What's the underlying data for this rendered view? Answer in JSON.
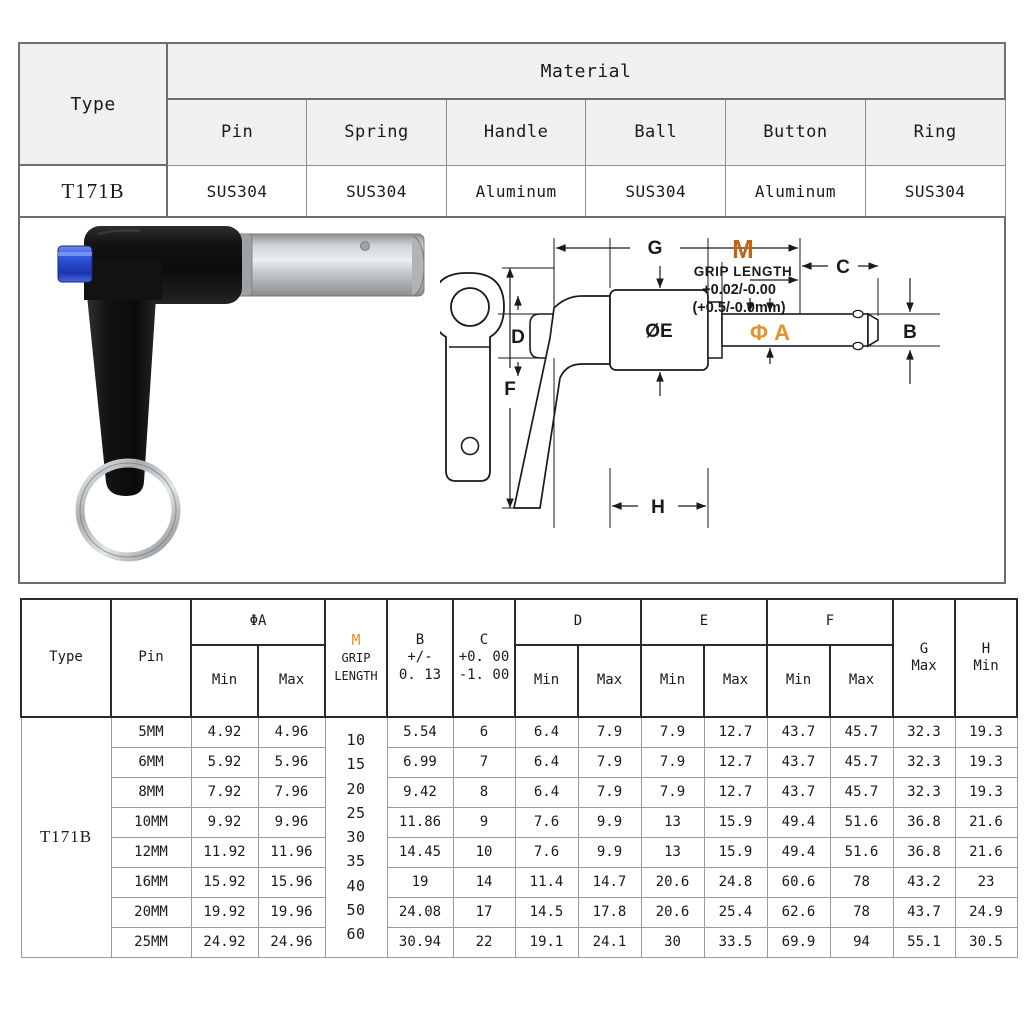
{
  "material_table": {
    "type_header": "Type",
    "material_header": "Material",
    "component_headers": [
      "Pin",
      "Spring",
      "Handle",
      "Ball",
      "Button",
      "Ring"
    ],
    "rows": [
      {
        "type": "T171B",
        "materials": [
          "SUS304",
          "SUS304",
          "Aluminum",
          "SUS304",
          "Aluminum",
          "SUS304"
        ]
      }
    ]
  },
  "diagram": {
    "labels": {
      "g": "G",
      "d": "D",
      "f": "F",
      "h": "H",
      "oe": "ØE",
      "c": "C",
      "b": "B",
      "m": "M",
      "grip_length": "GRIP LENGTH",
      "tolerance_inch": "+0.02/-0.00",
      "tolerance_mm": "(+0.5/-0.0mm)",
      "phi_a": "Φ A"
    },
    "colors": {
      "accent_orange": "#E8912A",
      "accent_orange_dark": "#C1651B",
      "line": "#1a1a1a"
    }
  },
  "photo": {
    "alt_name": "l-handle-quick-release-pin",
    "colors": {
      "handle": "#121212",
      "button": "#2A4BC8",
      "shaft": "#b9bcbe",
      "ring": "#c9ccce"
    }
  },
  "dimension_table": {
    "headers": {
      "type": "Type",
      "pin": "Pin",
      "phi_a": "ΦA",
      "phi_a_min": "Min",
      "phi_a_max": "Max",
      "m": "M",
      "m_line2": "GRIP",
      "m_line3": "LENGTH",
      "b": "B",
      "b_line2": "+/-",
      "b_line3": "0. 13",
      "c": "C",
      "c_line2": "+0. 00",
      "c_line3": "-1. 00",
      "d": "D",
      "d_min": "Min",
      "d_max": "Max",
      "e": "E",
      "e_min": "Min",
      "e_max": "Max",
      "f": "F",
      "f_min": "Min",
      "f_max": "Max",
      "g": "G",
      "g_line2": "Max",
      "h": "H",
      "h_line2": "Min"
    },
    "type_value": "T171B",
    "grip_lengths": [
      "10",
      "15",
      "20",
      "25",
      "30",
      "35",
      "40",
      "50",
      "60"
    ],
    "rows": [
      {
        "pin": "5MM",
        "a_min": "4.92",
        "a_max": "4.96",
        "b": "5.54",
        "c": "6",
        "d_min": "6.4",
        "d_max": "7.9",
        "e_min": "7.9",
        "e_max": "12.7",
        "f_min": "43.7",
        "f_max": "45.7",
        "g": "32.3",
        "h": "19.3"
      },
      {
        "pin": "6MM",
        "a_min": "5.92",
        "a_max": "5.96",
        "b": "6.99",
        "c": "7",
        "d_min": "6.4",
        "d_max": "7.9",
        "e_min": "7.9",
        "e_max": "12.7",
        "f_min": "43.7",
        "f_max": "45.7",
        "g": "32.3",
        "h": "19.3"
      },
      {
        "pin": "8MM",
        "a_min": "7.92",
        "a_max": "7.96",
        "b": "9.42",
        "c": "8",
        "d_min": "6.4",
        "d_max": "7.9",
        "e_min": "7.9",
        "e_max": "12.7",
        "f_min": "43.7",
        "f_max": "45.7",
        "g": "32.3",
        "h": "19.3"
      },
      {
        "pin": "10MM",
        "a_min": "9.92",
        "a_max": "9.96",
        "b": "11.86",
        "c": "9",
        "d_min": "7.6",
        "d_max": "9.9",
        "e_min": "13",
        "e_max": "15.9",
        "f_min": "49.4",
        "f_max": "51.6",
        "g": "36.8",
        "h": "21.6"
      },
      {
        "pin": "12MM",
        "a_min": "11.92",
        "a_max": "11.96",
        "b": "14.45",
        "c": "10",
        "d_min": "7.6",
        "d_max": "9.9",
        "e_min": "13",
        "e_max": "15.9",
        "f_min": "49.4",
        "f_max": "51.6",
        "g": "36.8",
        "h": "21.6"
      },
      {
        "pin": "16MM",
        "a_min": "15.92",
        "a_max": "15.96",
        "b": "19",
        "c": "14",
        "d_min": "11.4",
        "d_max": "14.7",
        "e_min": "20.6",
        "e_max": "24.8",
        "f_min": "60.6",
        "f_max": "78",
        "g": "43.2",
        "h": "23"
      },
      {
        "pin": "20MM",
        "a_min": "19.92",
        "a_max": "19.96",
        "b": "24.08",
        "c": "17",
        "d_min": "14.5",
        "d_max": "17.8",
        "e_min": "20.6",
        "e_max": "25.4",
        "f_min": "62.6",
        "f_max": "78",
        "g": "43.7",
        "h": "24.9"
      },
      {
        "pin": "25MM",
        "a_min": "24.92",
        "a_max": "24.96",
        "b": "30.94",
        "c": "22",
        "d_min": "19.1",
        "d_max": "24.1",
        "e_min": "30",
        "e_max": "33.5",
        "f_min": "69.9",
        "f_max": "94",
        "g": "55.1",
        "h": "30.5"
      }
    ]
  }
}
